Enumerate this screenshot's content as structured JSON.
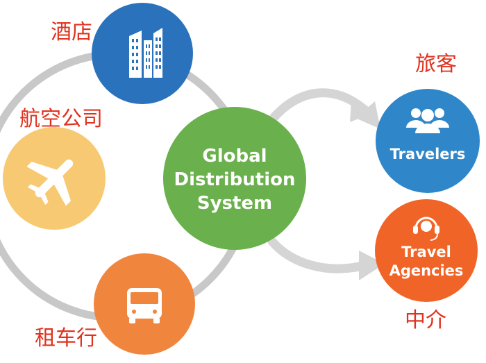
{
  "center": {
    "line1": "Global",
    "line2": "Distribution",
    "line3": "System"
  },
  "suppliers": {
    "hotel_label": "酒店",
    "airline_label": "航空公司",
    "car_rental_label": "租车行"
  },
  "outputs": {
    "travelers_text": "Travelers",
    "travelers_label": "旅客",
    "agencies_line1": "Travel",
    "agencies_line2": "Agencies",
    "agencies_label": "中介"
  },
  "colors": {
    "center_green": "#6ab04c",
    "hotel_blue": "#2a72bb",
    "airline_yellow": "#f7c972",
    "car_orange": "#f0853d",
    "travelers_blue": "#2f86c9",
    "agencies_orange": "#f06527",
    "ring_gray": "#c8c8c8",
    "arrow_gray": "#d5d5d5",
    "label_red": "#e0331f"
  },
  "icons": {
    "hotel": "buildings-icon",
    "airline": "airplane-icon",
    "car_rental": "bus-icon",
    "travelers": "people-group-icon",
    "agencies": "headset-icon"
  }
}
